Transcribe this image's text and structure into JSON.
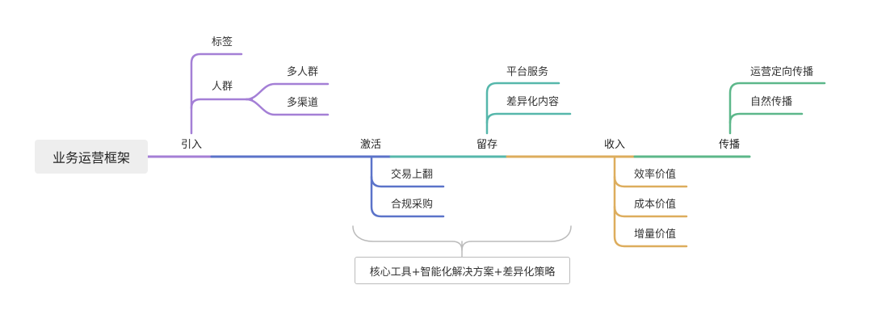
{
  "root": {
    "label": "业务运营框架"
  },
  "colors": {
    "purple": "#a47fd6",
    "blue": "#5b73c9",
    "teal": "#56b7ab",
    "gold": "#ddad5d",
    "green": "#5cb78a",
    "bracket": "#bbbbbb"
  },
  "branches": {
    "yinru": {
      "label": "引入",
      "children": {
        "biaoqian": "标签",
        "renqun": "人群",
        "duorenqun": "多人群",
        "duoqudao": "多渠道"
      }
    },
    "jihuo": {
      "label": "激活",
      "children": {
        "jiaoyi": "交易上翻",
        "hegui": "合规采购"
      }
    },
    "liucun": {
      "label": "留存",
      "children": {
        "pingtai": "平台服务",
        "chayi": "差异化内容"
      }
    },
    "shouru": {
      "label": "收入",
      "children": {
        "xiaolv": "效率价值",
        "chengben": "成本价值",
        "zengliang": "增量价值"
      }
    },
    "chuanbo": {
      "label": "传播",
      "children": {
        "yunying": "运营定向传播",
        "ziran": "自然传播"
      }
    }
  },
  "summary": {
    "label": "核心工具+智能化解决方案+差异化策略"
  }
}
